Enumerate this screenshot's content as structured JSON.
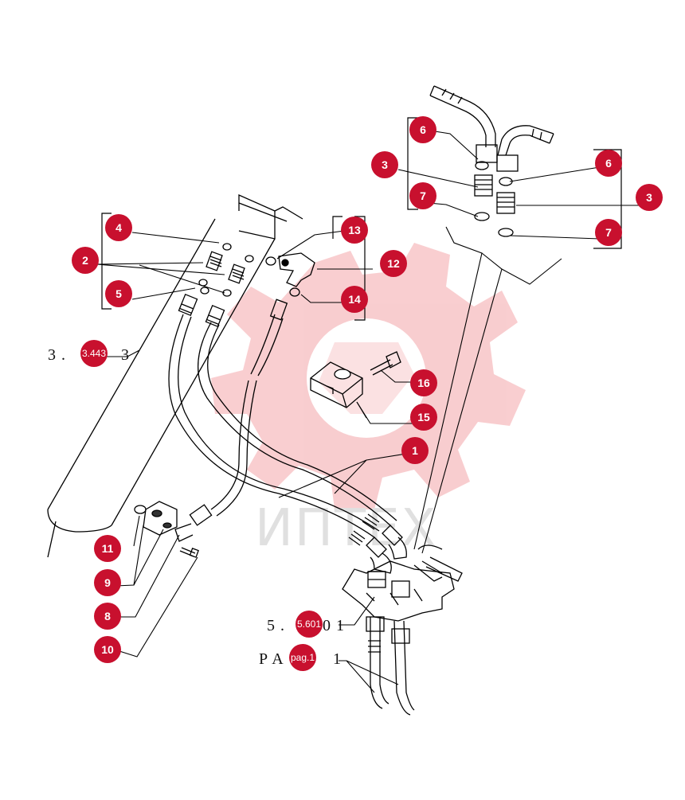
{
  "diagram": {
    "callouts": [
      {
        "id": "c1",
        "label": "1"
      },
      {
        "id": "c2",
        "label": "2"
      },
      {
        "id": "c3a",
        "label": "3"
      },
      {
        "id": "c3b",
        "label": "3"
      },
      {
        "id": "c4",
        "label": "4"
      },
      {
        "id": "c5",
        "label": "5"
      },
      {
        "id": "c6a",
        "label": "6"
      },
      {
        "id": "c6b",
        "label": "6"
      },
      {
        "id": "c7a",
        "label": "7"
      },
      {
        "id": "c7b",
        "label": "7"
      },
      {
        "id": "c8",
        "label": "8"
      },
      {
        "id": "c9",
        "label": "9"
      },
      {
        "id": "c10",
        "label": "10"
      },
      {
        "id": "c11",
        "label": "11"
      },
      {
        "id": "c12",
        "label": "12"
      },
      {
        "id": "c13",
        "label": "13"
      },
      {
        "id": "c14",
        "label": "14"
      },
      {
        "id": "c15",
        "label": "15"
      },
      {
        "id": "c16",
        "label": "16"
      }
    ],
    "references": {
      "ref1": {
        "text_a": "3 .",
        "badge": "3.443",
        "text_b": "3"
      },
      "ref2": {
        "text_a": "5 .",
        "badge": "5.601",
        "text_b": "0 1"
      },
      "ref3": {
        "text_a": "P A",
        "badge": "pag.1",
        "text_b": "1"
      }
    },
    "watermark": {
      "text": "ИПТЕХ"
    },
    "colors": {
      "callout": "#c8102e",
      "line": "#000000",
      "watermark": "#e4202a"
    }
  }
}
